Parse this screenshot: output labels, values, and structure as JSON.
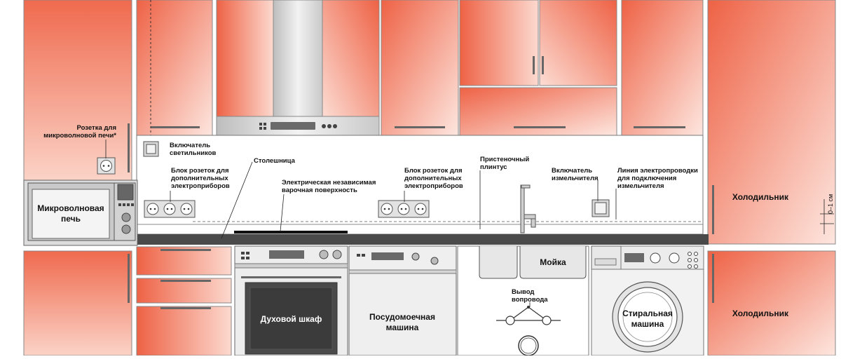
{
  "colors": {
    "cabinet_dark": "#ee6245",
    "cabinet_light": "#fde0d8",
    "countertop": "#4a4a4a",
    "appliance": "#e9e9e9",
    "appliance_dark": "#5a5a5a",
    "outline": "#555555"
  },
  "labels": {
    "microwave_socket": "Розетка для\nмикроволновой печи*",
    "light_switch": "Включатель\nсветильников",
    "socket_block_left": "Блок розеток для\nдополнительных\nэлектроприборов",
    "countertop": "Столешница",
    "hob": "Электрическая независимая\nварочная поверхность",
    "socket_block_right": "Блок розеток для\nдополнительных\nэлектроприборов",
    "skirting": "Пристеночный\nплинтус",
    "grinder_switch": "Включатель\nизмельчителя",
    "grinder_line": "Линия электропроводки\nдля подключения\nизмельчителя",
    "microwave": "Микроволновая\nпечь",
    "oven": "Духовой шкаф",
    "dishwasher": "Посудомоечная\nмашина",
    "sink": "Мойка",
    "drain": "Вывод\nвопровода",
    "washer": "Стиральная\nмашина",
    "fridge_top": "Холодильник",
    "fridge_bottom": "Холодильник",
    "dimension": "0–1 см"
  },
  "icons": [
    "socket-icon",
    "switch-icon",
    "tap-icon",
    "drum-icon",
    "knob-icon"
  ]
}
